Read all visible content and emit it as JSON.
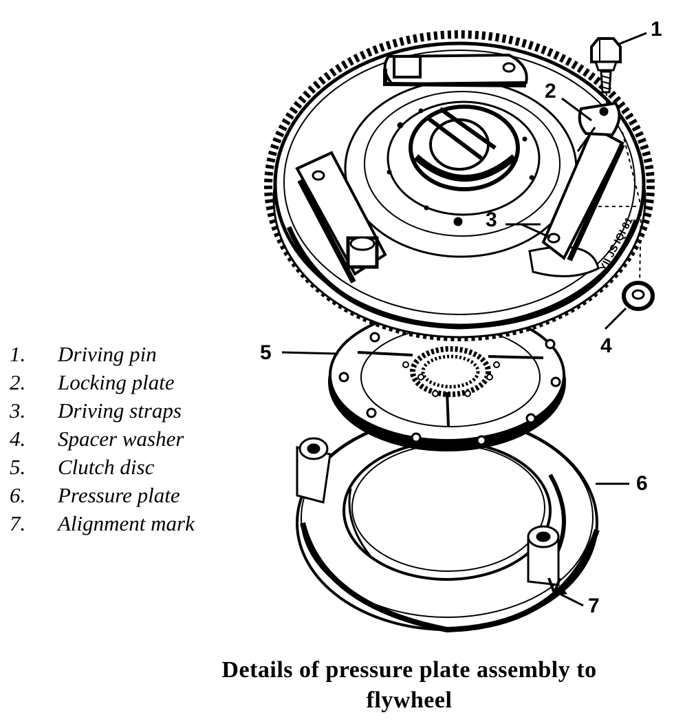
{
  "legend": [
    {
      "num": "1.",
      "label": "Driving pin"
    },
    {
      "num": "2.",
      "label": "Locking plate"
    },
    {
      "num": "3.",
      "label": "Driving straps"
    },
    {
      "num": "4.",
      "label": "Spacer washer"
    },
    {
      "num": "5.",
      "label": "Clutch disc"
    },
    {
      "num": "6.",
      "label": "Pressure plate"
    },
    {
      "num": "7.",
      "label": "Alignment mark"
    }
  ],
  "callouts": [
    "1",
    "2",
    "3",
    "4",
    "5",
    "6",
    "7"
  ],
  "flywheel_marking": "YII JS IQI 81",
  "caption": {
    "line1": "Details of pressure plate assembly to",
    "line2": "flywheel"
  }
}
